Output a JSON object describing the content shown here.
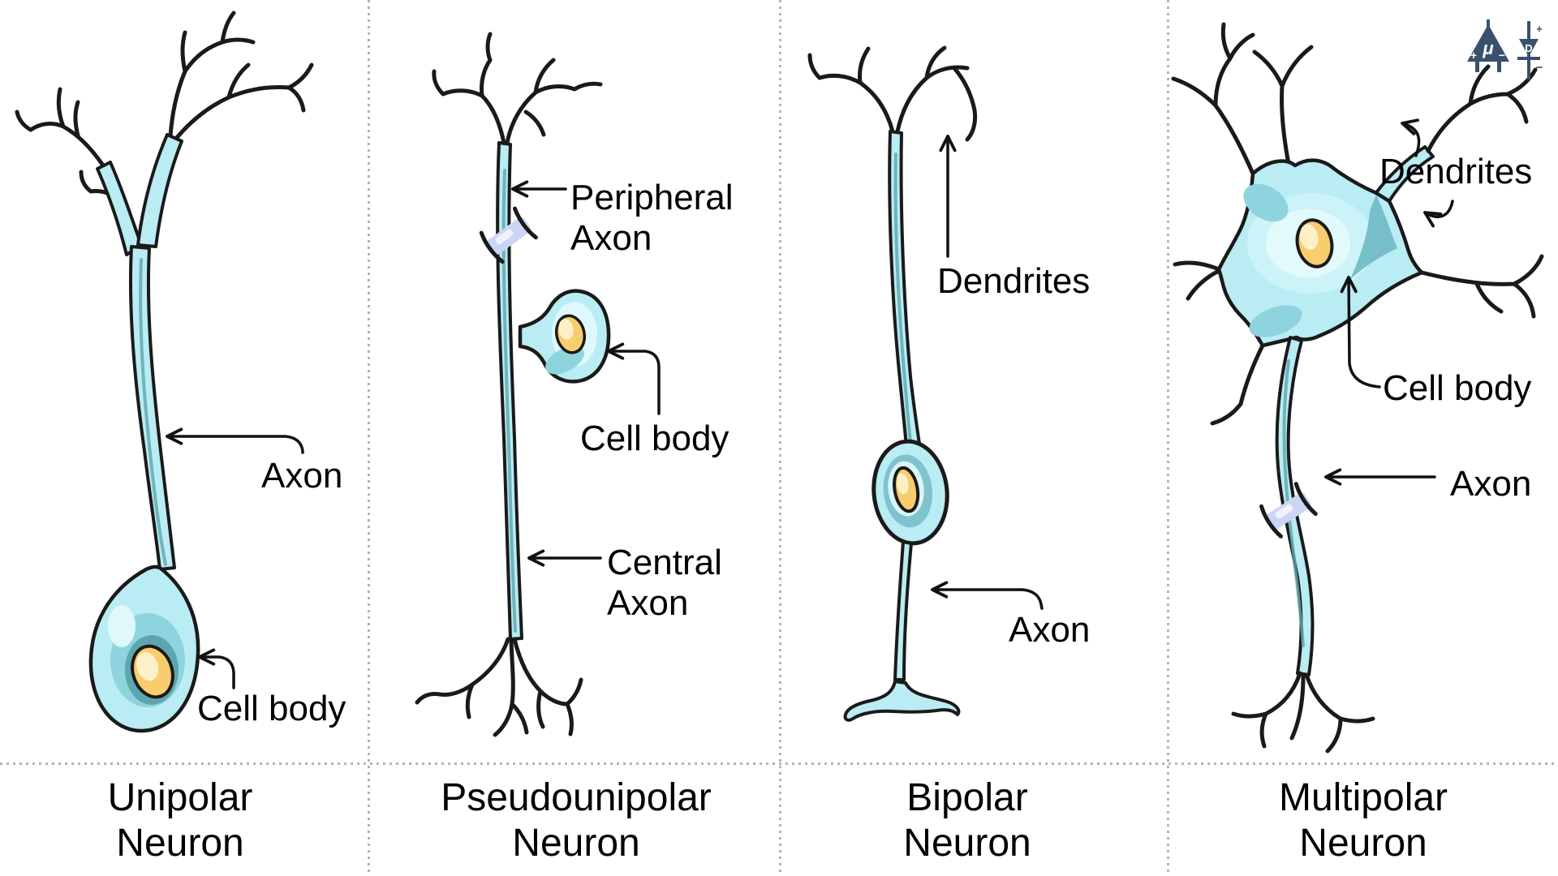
{
  "brand": {
    "mu": "μ",
    "d": "D",
    "opamp_plus": "+",
    "opamp_minus": "−",
    "diode_plus": "+",
    "diode_minus": "−"
  },
  "panels": [
    {
      "name": "unipolar",
      "title_line1": "Unipolar",
      "title_line2": "Neuron",
      "labels": {
        "axon": "Axon",
        "cell_body": "Cell body"
      }
    },
    {
      "name": "pseudounipolar",
      "title_line1": "Pseudounipolar",
      "title_line2": "Neuron",
      "labels": {
        "peripheral_axon_line1": "Peripheral",
        "peripheral_axon_line2": "Axon",
        "cell_body": "Cell body",
        "central_axon_line1": "Central",
        "central_axon_line2": "Axon"
      }
    },
    {
      "name": "bipolar",
      "title_line1": "Bipolar",
      "title_line2": "Neuron",
      "labels": {
        "dendrites": "Dendrites",
        "axon": "Axon"
      }
    },
    {
      "name": "multipolar",
      "title_line1": "Multipolar",
      "title_line2": "Neuron",
      "labels": {
        "dendrites": "Dendrites",
        "cell_body": "Cell body",
        "axon": "Axon"
      }
    }
  ],
  "colors": {
    "neuron_fill": "#b9ecf3",
    "neuron_fill_light": "#dff8fb",
    "neuron_shade": "#8ed4de",
    "neuron_shade_dark": "#5fa5ad",
    "outline": "#1a1a1a",
    "nucleus": "#f8cd6e",
    "nucleus_highlight": "#fdf0c8",
    "myelin_band": "#ccd6f4",
    "divider_dots": "#b4b4b4",
    "logo_navy": "#3a516d",
    "background": "#ffffff",
    "label_text": "#000000"
  }
}
